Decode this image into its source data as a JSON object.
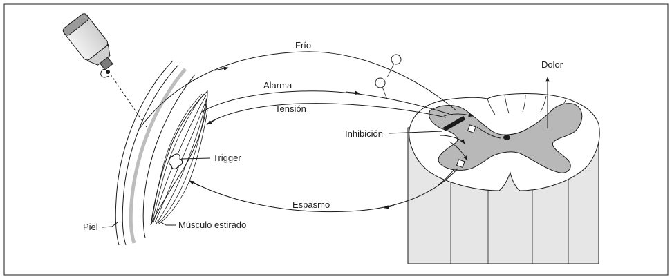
{
  "diagram": {
    "labels": {
      "frio": "Frío",
      "alarma": "Alarma",
      "tension": "Tensión",
      "dolor": "Dolor",
      "inhibicion": "Inhibición",
      "trigger": "Trigger",
      "espasmo": "Espasmo",
      "piel": "Piel",
      "musculo": "Músculo estirado"
    }
  }
}
